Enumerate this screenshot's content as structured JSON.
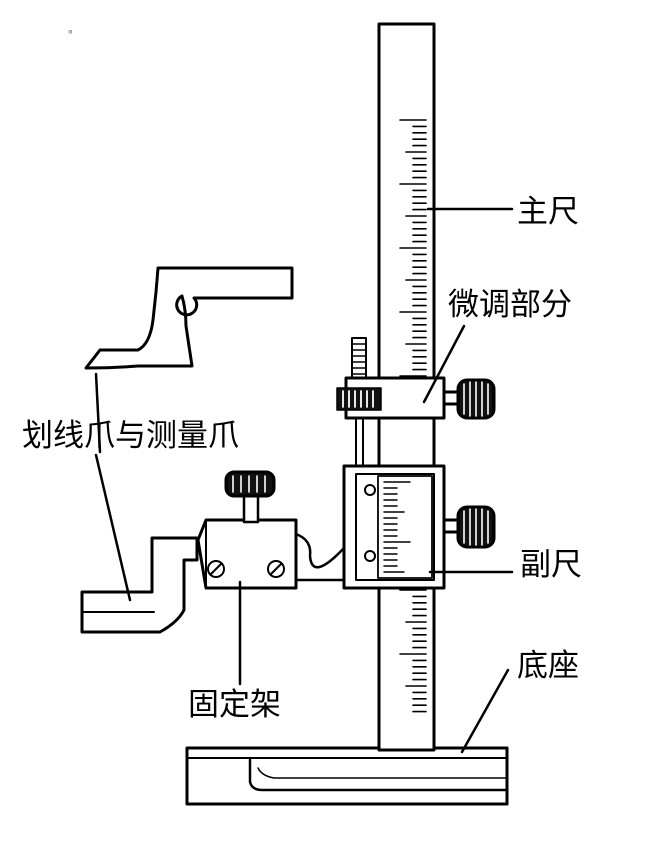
{
  "labels": {
    "main_scale": "主尺",
    "fine_adjust": "微调部分",
    "scribe_jaw": "划线爪与测量爪",
    "vernier": "副尺",
    "fixed_frame": "固定架",
    "base": "底座"
  },
  "colors": {
    "line": "#000000",
    "background": "#ffffff"
  }
}
